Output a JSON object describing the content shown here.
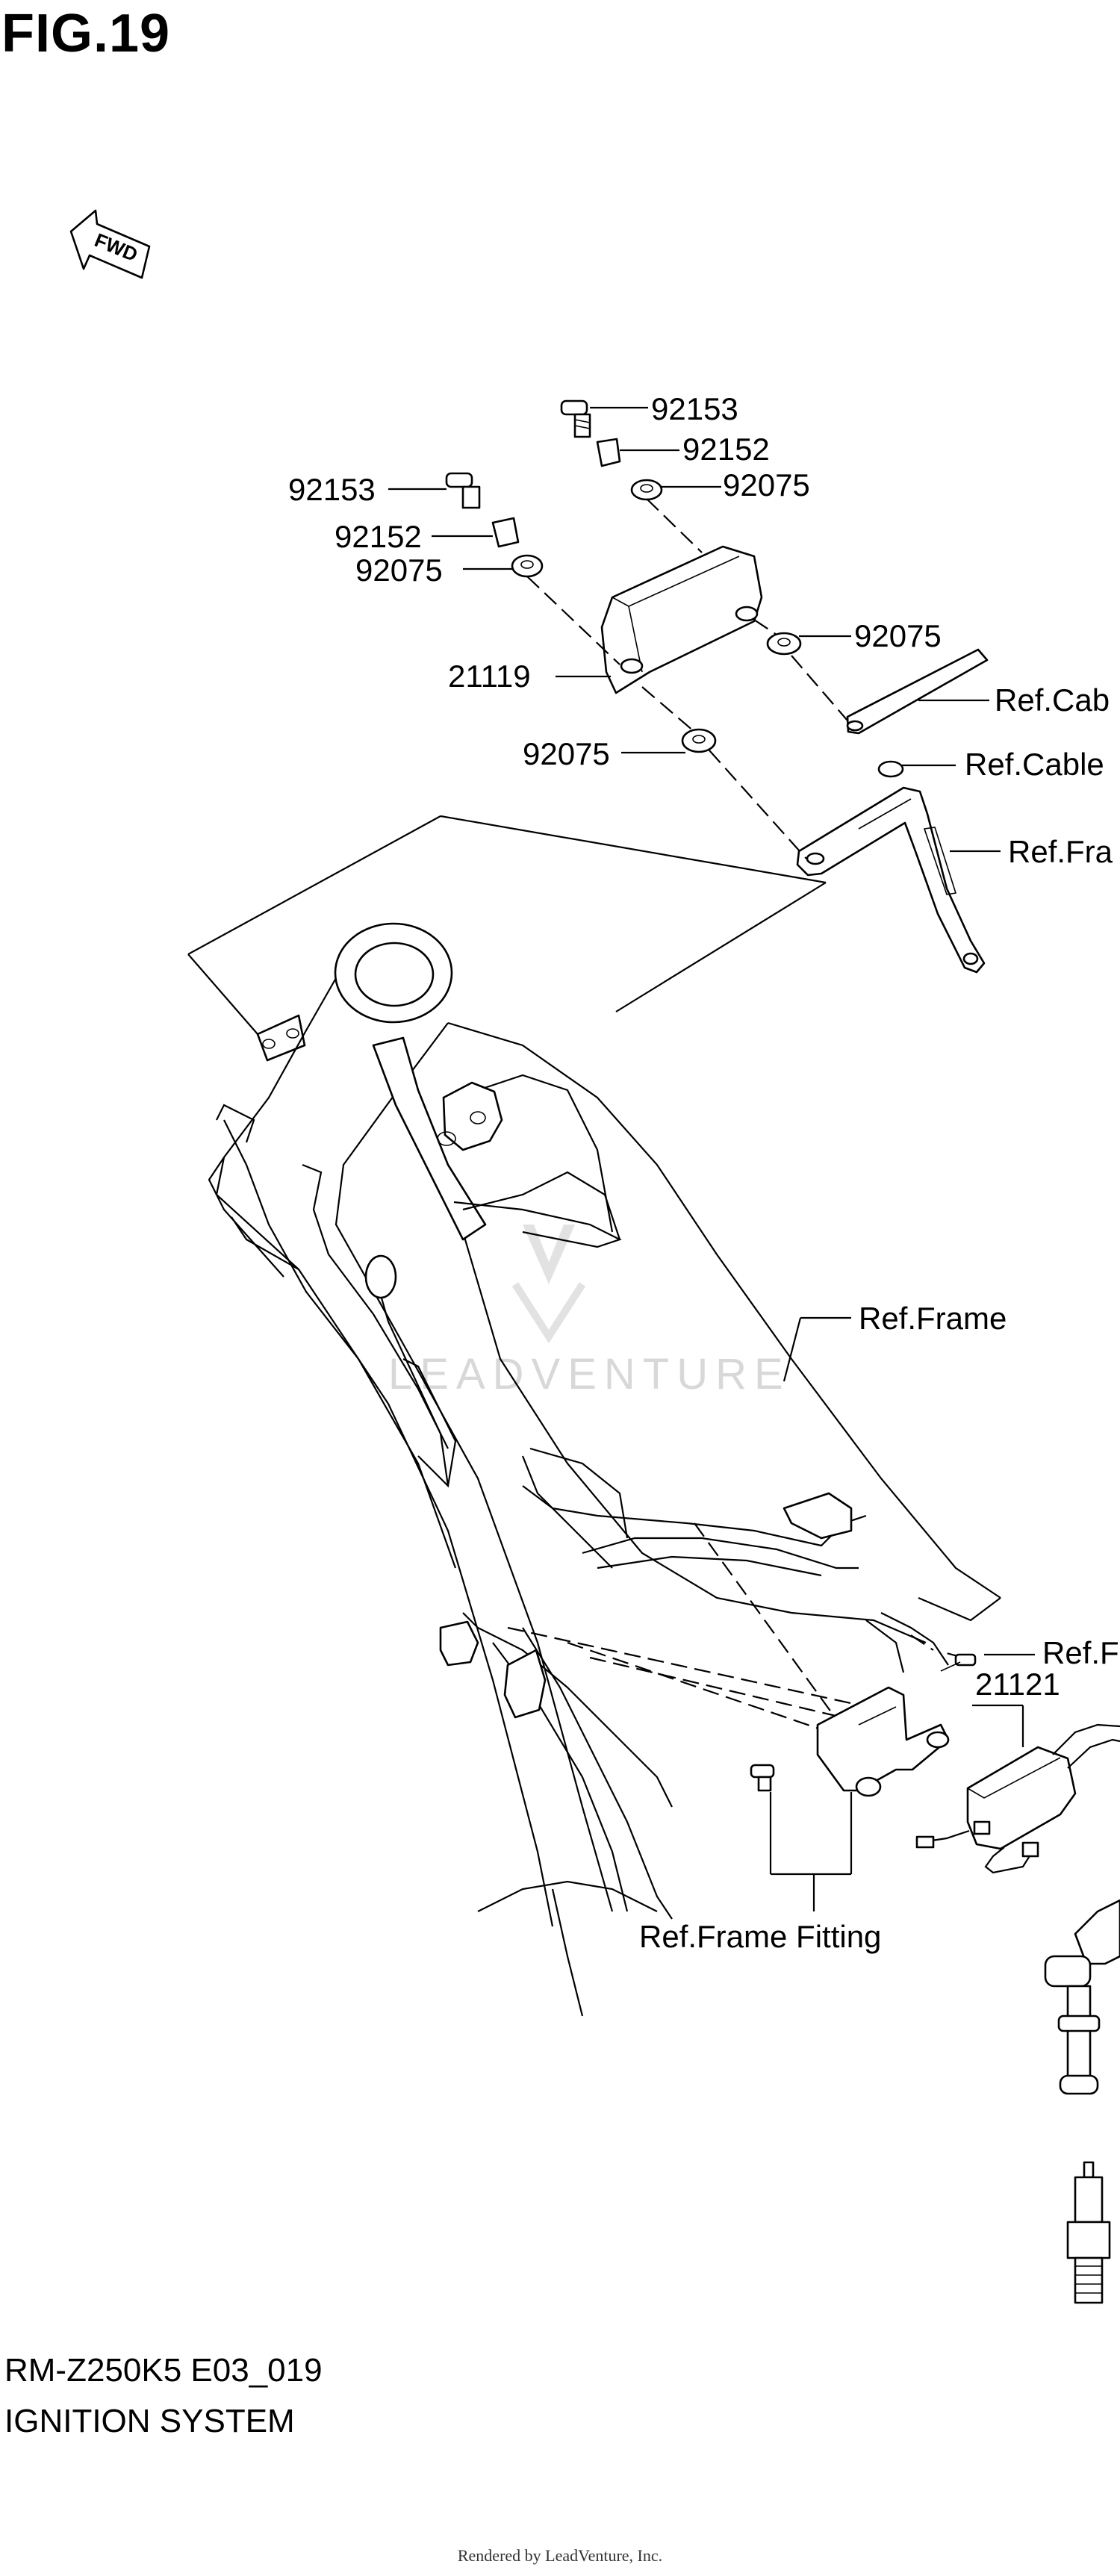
{
  "figure": {
    "title": "FIG.19"
  },
  "direction": {
    "label": "FWD"
  },
  "labels": {
    "p92153_a": "92153",
    "p92152_a": "92152",
    "p92075_a": "92075",
    "p92153_b": "92153",
    "p92152_b": "92152",
    "p92075_b": "92075",
    "p21119": "21119",
    "p92075_c": "92075",
    "p92075_d": "92075",
    "ref_cable_1": "Ref.Cab",
    "ref_cable_2": "Ref.Cable",
    "ref_frame_top": "Ref.Fra",
    "ref_frame": "Ref.Frame",
    "ref_frame_right": "Ref.F",
    "p21121": "21121",
    "ref_frame_fitting": "Ref.Frame Fitting"
  },
  "watermark": {
    "text": "LEADVENTURE"
  },
  "footer": {
    "model": "RM-Z250K5 E03_019",
    "system": "IGNITION SYSTEM",
    "rendered_by": "Rendered by LeadVenture, Inc."
  }
}
